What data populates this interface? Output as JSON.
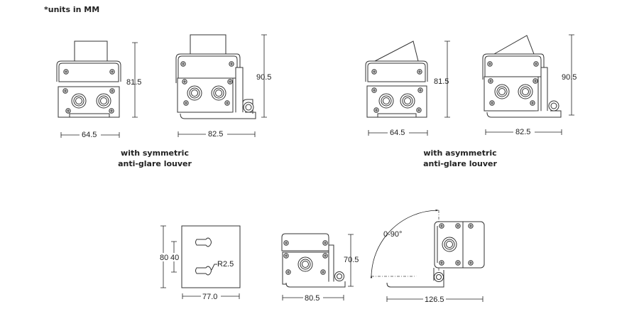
{
  "note": "*units in MM",
  "sections": {
    "symmetric": {
      "caption_line1": "with symmetric",
      "caption_line2": "anti-glare louver",
      "front": {
        "height": "81.5",
        "width": "64.5"
      },
      "side": {
        "height": "90.5",
        "width": "82.5"
      }
    },
    "asymmetric": {
      "caption_line1": "with asymmetric",
      "caption_line2": "anti-glare louver",
      "front": {
        "height": "81.5",
        "width": "64.5"
      },
      "side": {
        "height": "90.5",
        "width": "82.5"
      }
    }
  },
  "mounting_plate": {
    "height": "80",
    "slot_spacing": "40",
    "slot_radius": "R2.5",
    "width": "77.0"
  },
  "single_gland_view": {
    "height": "70.5",
    "width": "80.5"
  },
  "rotation_view": {
    "angle": "0-90°",
    "width": "126.5"
  }
}
